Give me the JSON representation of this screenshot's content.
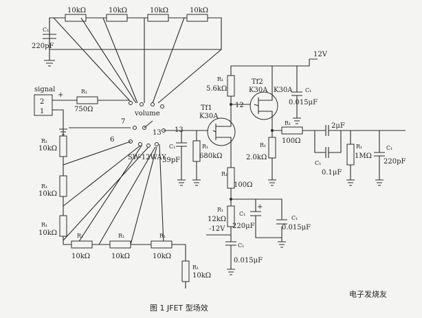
{
  "labels": {
    "cr1": "C₁",
    "cr1_val": "220pF",
    "top_r1": "10kΩ",
    "top_r2": "10kΩ",
    "top_r3": "10kΩ",
    "top_r4": "10kΩ",
    "signal": "signal",
    "pin2": "2",
    "pin1": "1",
    "plus": "+",
    "rr1": "R₁",
    "rr1_val": "750Ω",
    "volume": "volume",
    "sw_7": "7",
    "sw_6": "6",
    "sw_13a": "13",
    "sw_13b": "13",
    "sw_name": "SW-12WAY",
    "left_r1_name": "R₁",
    "left_r1_val": "10kΩ",
    "left_r2_name": "R₁",
    "left_r2_val": "10kΩ",
    "left_r3_name": "R₁",
    "left_r3_val": "10kΩ",
    "bot_r1_name": "R₁",
    "bot_r1_val": "10kΩ",
    "bot_r2_name": "R₁",
    "bot_r2_val": "10kΩ",
    "bot_r3_name": "R₁",
    "bot_r3_val": "10kΩ",
    "bot_r4_name": "R₁",
    "bot_r4_val": "10kΩ",
    "cfb_name": "C₁",
    "cfb_val": "39pF",
    "rg_name": "R₁",
    "rg_val": "680kΩ",
    "tf1_name": "Tf1",
    "tf1_part": "K30A",
    "tf2_name": "Tf2",
    "tf2_part": "K30A",
    "tf2_part2": "K30A",
    "rd_name": "R₁",
    "rd_val": "5.6kΩ",
    "vplus": "12V",
    "c_top_name": "C₁",
    "c_top_val": "0.015μF",
    "rs_name": "R₁",
    "rs_val": "100Ω",
    "rs2_name": "R₁",
    "rs2_val": "2.0kΩ",
    "rout_name": "R₁",
    "rout_val": "100Ω",
    "cout_val": "2μF",
    "cout2_name": "C₁",
    "cout2_val": "0.1μF",
    "rl_name": "R₁",
    "rl_val": "1MΩ",
    "cl_name": "C₁",
    "cl_val": "220pF",
    "r12k_name": "R₁",
    "r12k_val": "12kΩ",
    "vminus": "-12V",
    "c220_name": "C₁",
    "c220_val": "220μF",
    "c015b_name": "C₁",
    "c015b_val": "0.015μF",
    "c015c_name": "C₁",
    "c015c_val": "0.015μF",
    "node12": "12",
    "caption": "图 1   JFET 型场效",
    "watermark": "电子发烧友"
  }
}
